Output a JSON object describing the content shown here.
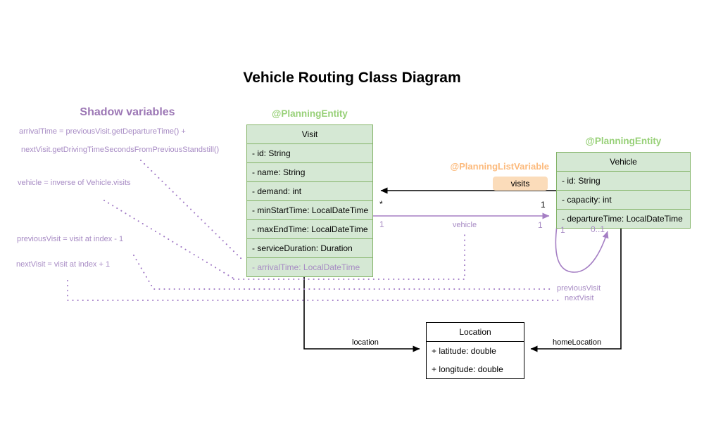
{
  "title": "Vehicle Routing Class Diagram",
  "shadow": {
    "heading": "Shadow variables",
    "arrival_line1": "arrivalTime = previousVisit.getDepartureTime() +",
    "arrival_line2": "nextVisit.getDrivingTimeSecondsFromPreviousStandstill()",
    "vehicle_rule": "vehicle = inverse of Vehicle.visits",
    "previous_rule": "previousVisit = visit at index - 1",
    "next_rule": "nextVisit = visit at index + 1"
  },
  "stereotypes": {
    "visit": "@PlanningEntity",
    "vehicle": "@PlanningEntity",
    "visits_list": "@PlanningListVariable"
  },
  "classes": {
    "visit": {
      "name": "Visit",
      "fields": [
        "- id: String",
        "- name: String",
        "- demand: int",
        "- minStartTime: LocalDateTime",
        "- maxEndTime: LocalDateTime",
        "- serviceDuration: Duration",
        "- arrivalTime: LocalDateTime"
      ]
    },
    "vehicle": {
      "name": "Vehicle",
      "fields": [
        "- id: String",
        "- capacity: int",
        "- departureTime: LocalDateTime"
      ]
    },
    "location": {
      "name": "Location",
      "fields": [
        "+ latitude: double",
        "+ longitude: double"
      ]
    }
  },
  "edges": {
    "visits": {
      "label": "visits",
      "visit_mult": "*",
      "vehicle_mult": "1"
    },
    "vehicle": {
      "label": "vehicle",
      "visit_mult": "1",
      "vehicle_mult": "1"
    },
    "self_loop": {
      "source_mult": "1",
      "target_mult": "0..1"
    },
    "previous_visit_label": "previousVisit",
    "next_visit_label": "nextVisit",
    "location": {
      "label": "location"
    },
    "home_location": {
      "label": "homeLocation"
    }
  },
  "colors": {
    "green_border": "#82b366",
    "green_fill": "#d5e8d4",
    "green_text": "#97d077",
    "orange_text": "#fcba7c",
    "orange_badge": "#fbdcba",
    "purple_heading": "#9c77b5",
    "purple_text": "#a78bc4",
    "black": "#000000"
  }
}
